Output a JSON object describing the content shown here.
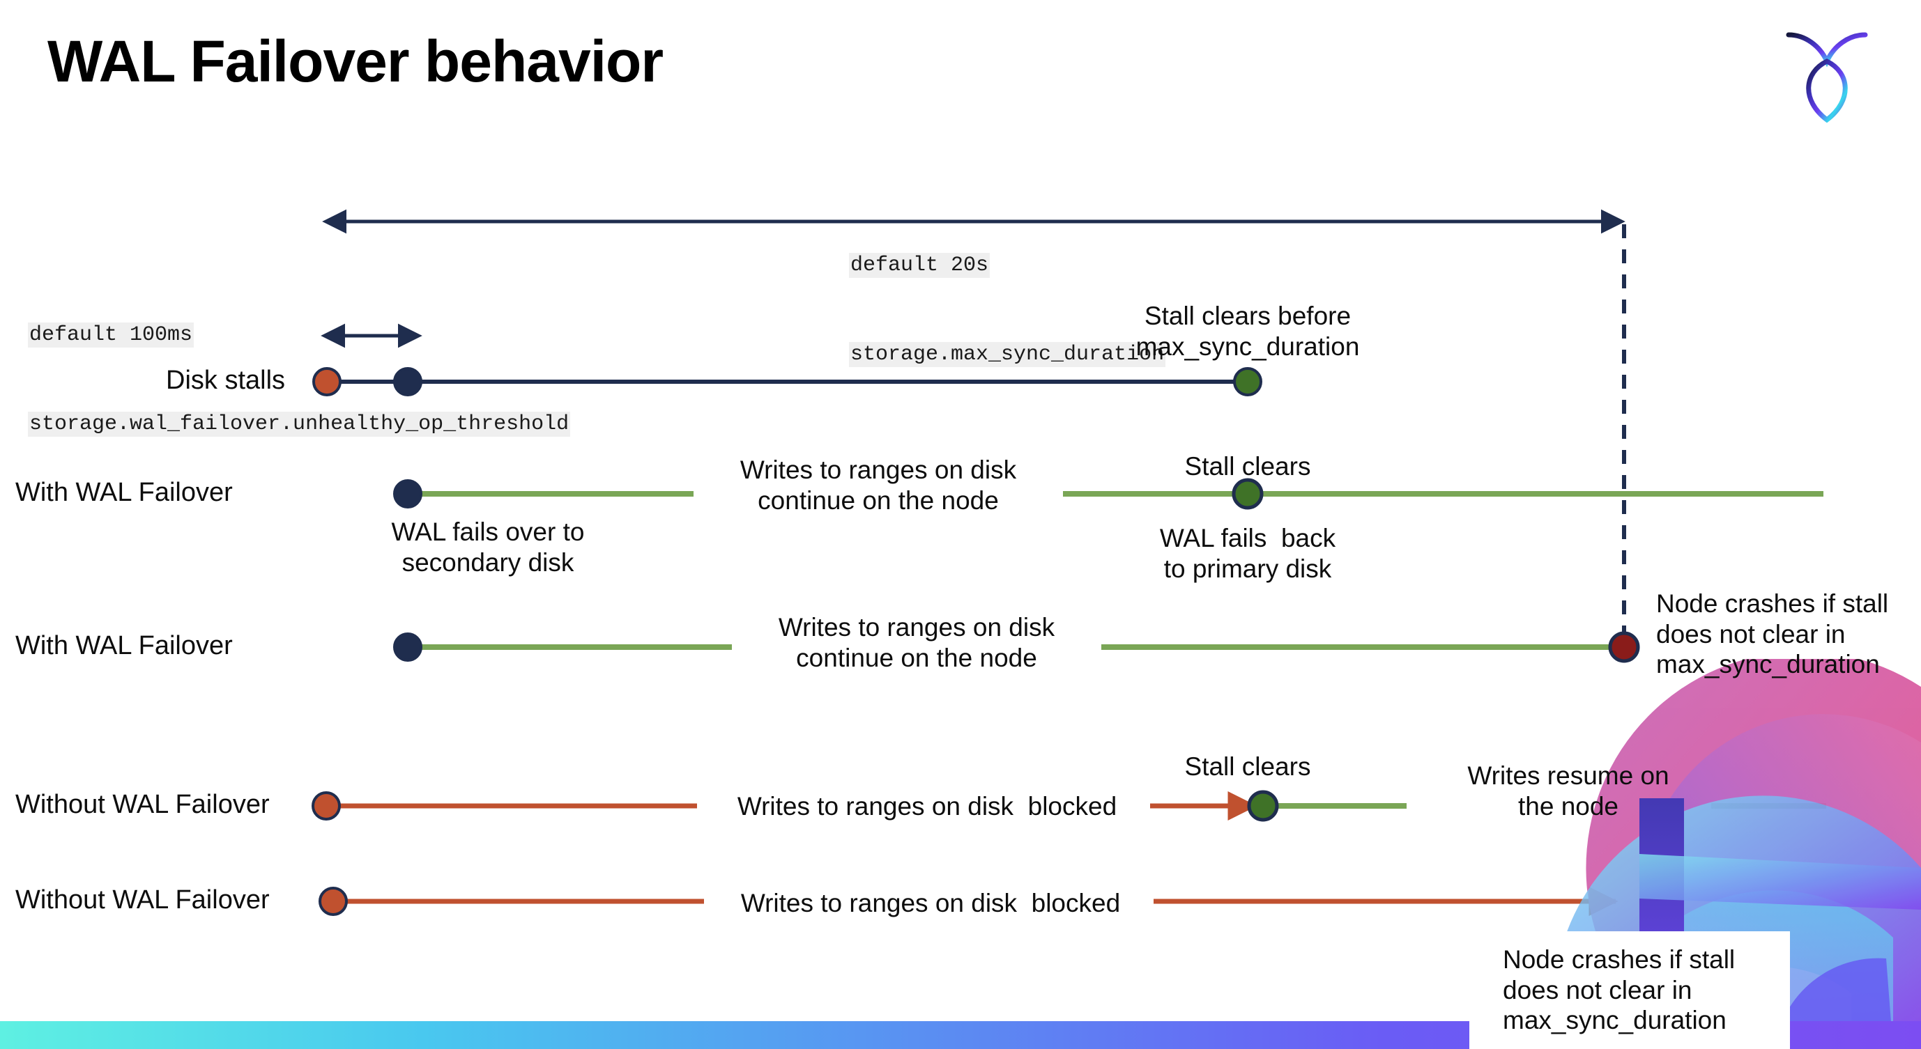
{
  "slide": {
    "title": "WAL Failover behavior",
    "logo_name": "cockroachdb-logo",
    "background": "#ffffff",
    "bottom_bar_gradient": [
      "#5ef0e2",
      "#49c8ef",
      "#5a8ff2",
      "#6a5cf5",
      "#7c4df2"
    ]
  },
  "colors": {
    "navy": "#1f2d4e",
    "green_line": "#7aa656",
    "green_dot": "#3f7227",
    "orange": "#c0512f",
    "dark_red": "#8a1c1a",
    "code_bg": "#efefef",
    "text": "#0d0d0d"
  },
  "callouts": {
    "max_sync_duration": {
      "default": "default 20s",
      "setting": "storage.max_sync_duration"
    },
    "unhealthy_op_threshold": {
      "default": "default 100ms",
      "setting": "storage.wal_failover.unhealthy_op_threshold"
    }
  },
  "rows": [
    {
      "id": "disk-stalls",
      "label": "Disk stalls",
      "annotations": [
        {
          "id": "stall-clears-before",
          "text": "Stall clears before\nmax_sync_duration"
        }
      ],
      "markers": [
        {
          "id": "stall-start",
          "type": "orange-dot"
        },
        {
          "id": "threshold-crossed",
          "type": "navy-dot"
        },
        {
          "id": "stall-cleared",
          "type": "green-dot"
        }
      ]
    },
    {
      "id": "with-wal-failover-clears",
      "label": "With WAL Failover",
      "annotations": [
        {
          "id": "writes-continue",
          "text": "Writes to ranges on disk\ncontinue on the node"
        },
        {
          "id": "stall-clears",
          "text": "Stall clears"
        },
        {
          "id": "wal-fails-back",
          "text": "WAL fails  back\nto primary disk"
        },
        {
          "id": "wal-fails-over",
          "text": "WAL fails over to\nsecondary disk"
        }
      ],
      "markers": [
        {
          "id": "failover-start",
          "type": "navy-dot"
        },
        {
          "id": "stall-cleared",
          "type": "green-dot"
        }
      ]
    },
    {
      "id": "with-wal-failover-crash",
      "label": "With WAL Failover",
      "annotations": [
        {
          "id": "writes-continue",
          "text": "Writes to ranges on disk\ncontinue on the node"
        },
        {
          "id": "node-crashes",
          "text": "Node crashes if stall\ndoes not clear in\nmax_sync_duration"
        }
      ],
      "markers": [
        {
          "id": "failover-start",
          "type": "navy-dot"
        },
        {
          "id": "node-crash",
          "type": "dark-red-dot"
        }
      ]
    },
    {
      "id": "without-wal-failover-clears",
      "label": "Without WAL Failover",
      "annotations": [
        {
          "id": "writes-blocked",
          "text": "Writes to ranges on disk  blocked"
        },
        {
          "id": "stall-clears",
          "text": "Stall clears"
        },
        {
          "id": "writes-resume",
          "text": "Writes resume on\nthe node"
        }
      ],
      "markers": [
        {
          "id": "stall-start",
          "type": "orange-dot"
        },
        {
          "id": "stall-cleared",
          "type": "green-dot"
        }
      ]
    },
    {
      "id": "without-wal-failover-crash",
      "label": "Without WAL Failover",
      "annotations": [
        {
          "id": "writes-blocked",
          "text": "Writes to ranges on disk  blocked"
        },
        {
          "id": "node-crashes",
          "text": "Node crashes if stall\ndoes not clear in\nmax_sync_duration"
        }
      ],
      "markers": [
        {
          "id": "stall-start",
          "type": "orange-dot"
        },
        {
          "id": "node-crash",
          "type": "dark-red-dot"
        }
      ]
    }
  ],
  "text": {
    "stall_clears_before": "Stall clears before\nmax_sync_duration",
    "stall_clears": "Stall clears",
    "writes_continue": "Writes to ranges on disk\ncontinue on the node",
    "wal_fails_over": "WAL fails over to\nsecondary disk",
    "wal_fails_back": "WAL fails  back\nto primary disk",
    "node_crashes": "Node crashes if stall\ndoes not clear in\nmax_sync_duration",
    "writes_blocked": "Writes to ranges on disk  blocked",
    "writes_resume": "Writes resume on\nthe node"
  }
}
